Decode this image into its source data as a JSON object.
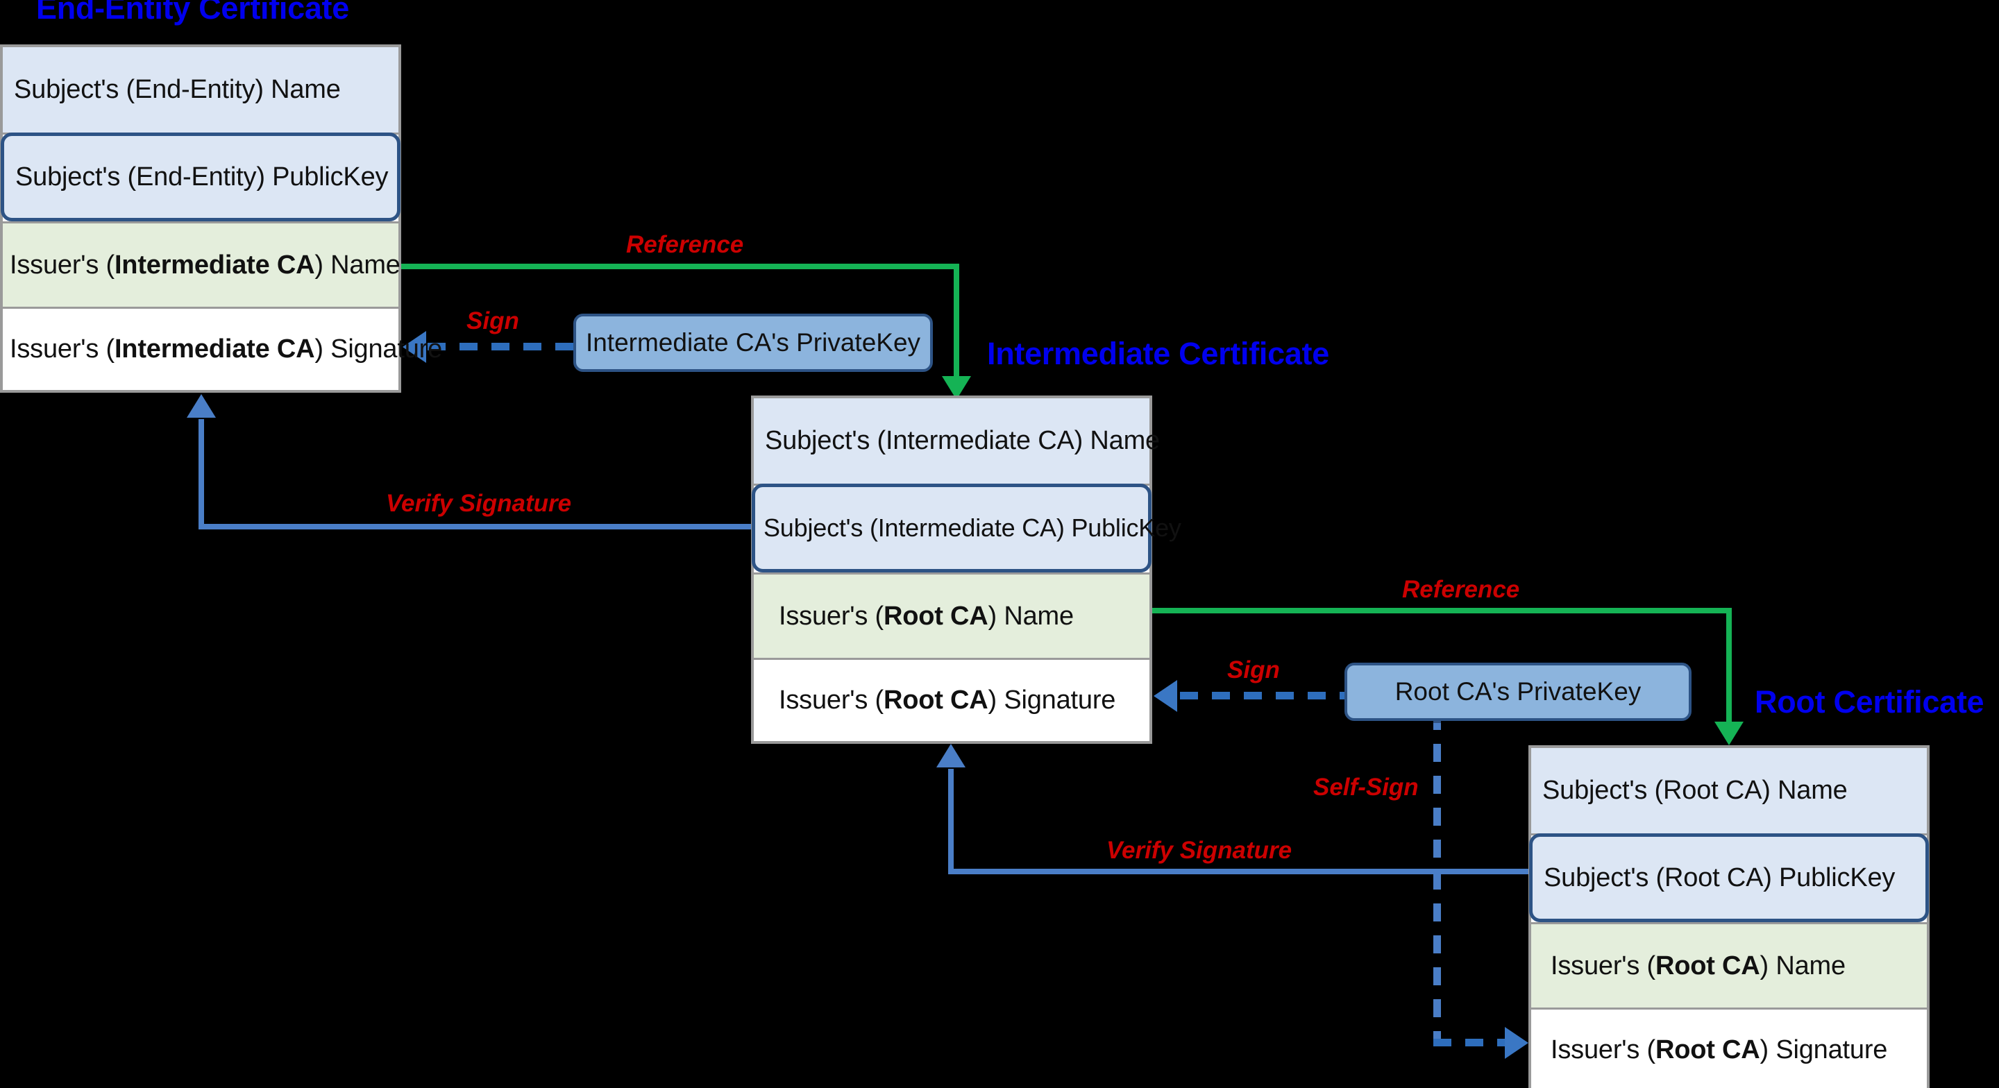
{
  "diagram": {
    "background": "#000000",
    "colors": {
      "title": "#0000ee",
      "label": "#cc0000",
      "reference_line": "#15b355",
      "verify_line": "#4a7ec7",
      "sign_line": "#2e6ebd",
      "row_subject": "#dce6f4",
      "row_issuer_name": "#e4eedc",
      "row_issuer_sig": "#ffffff",
      "privatekey_fill": "#8cb4dd",
      "privatekey_border": "#2d5385"
    }
  },
  "certificates": [
    {
      "id": "end-entity",
      "title": "End-Entity Certificate",
      "rows": [
        {
          "kind": "subject-name",
          "text": "Subject's (End-Entity) Name"
        },
        {
          "kind": "subject-pubkey",
          "text": "Subject's (End-Entity) PublicKey"
        },
        {
          "kind": "issuer-name",
          "prefix": "Issuer's (",
          "strong": "Intermediate CA",
          "suffix": ") Name"
        },
        {
          "kind": "issuer-sig",
          "prefix": "Issuer's (",
          "strong": "Intermediate CA",
          "suffix": ") Signature"
        }
      ]
    },
    {
      "id": "intermediate",
      "title": "Intermediate Certificate",
      "rows": [
        {
          "kind": "subject-name",
          "text": "Subject's (Intermediate CA) Name"
        },
        {
          "kind": "subject-pubkey",
          "text": "Subject's (Intermediate CA) PublicKey"
        },
        {
          "kind": "issuer-name",
          "prefix": "Issuer's (",
          "strong": "Root CA",
          "suffix": ") Name"
        },
        {
          "kind": "issuer-sig",
          "prefix": "Issuer's (",
          "strong": "Root CA",
          "suffix": ") Signature"
        }
      ]
    },
    {
      "id": "root",
      "title": "Root Certificate",
      "rows": [
        {
          "kind": "subject-name",
          "text": "Subject's (Root CA) Name"
        },
        {
          "kind": "subject-pubkey",
          "text": "Subject's (Root CA) PublicKey"
        },
        {
          "kind": "issuer-name",
          "prefix": "Issuer's (",
          "strong": "Root CA",
          "suffix": ") Name"
        },
        {
          "kind": "issuer-sig",
          "prefix": "Issuer's (",
          "strong": "Root CA",
          "suffix": ") Signature"
        }
      ]
    }
  ],
  "private_keys": [
    {
      "id": "intermediate-privatekey",
      "label": "Intermediate CA's PrivateKey"
    },
    {
      "id": "root-privatekey",
      "label": "Root CA's PrivateKey"
    }
  ],
  "edge_labels": {
    "reference_top": "Reference",
    "reference_bottom": "Reference",
    "sign_top": "Sign",
    "sign_bottom": "Sign",
    "verify_top": "Verify Signature",
    "verify_bottom": "Verify Signature",
    "self_sign": "Self-Sign"
  }
}
